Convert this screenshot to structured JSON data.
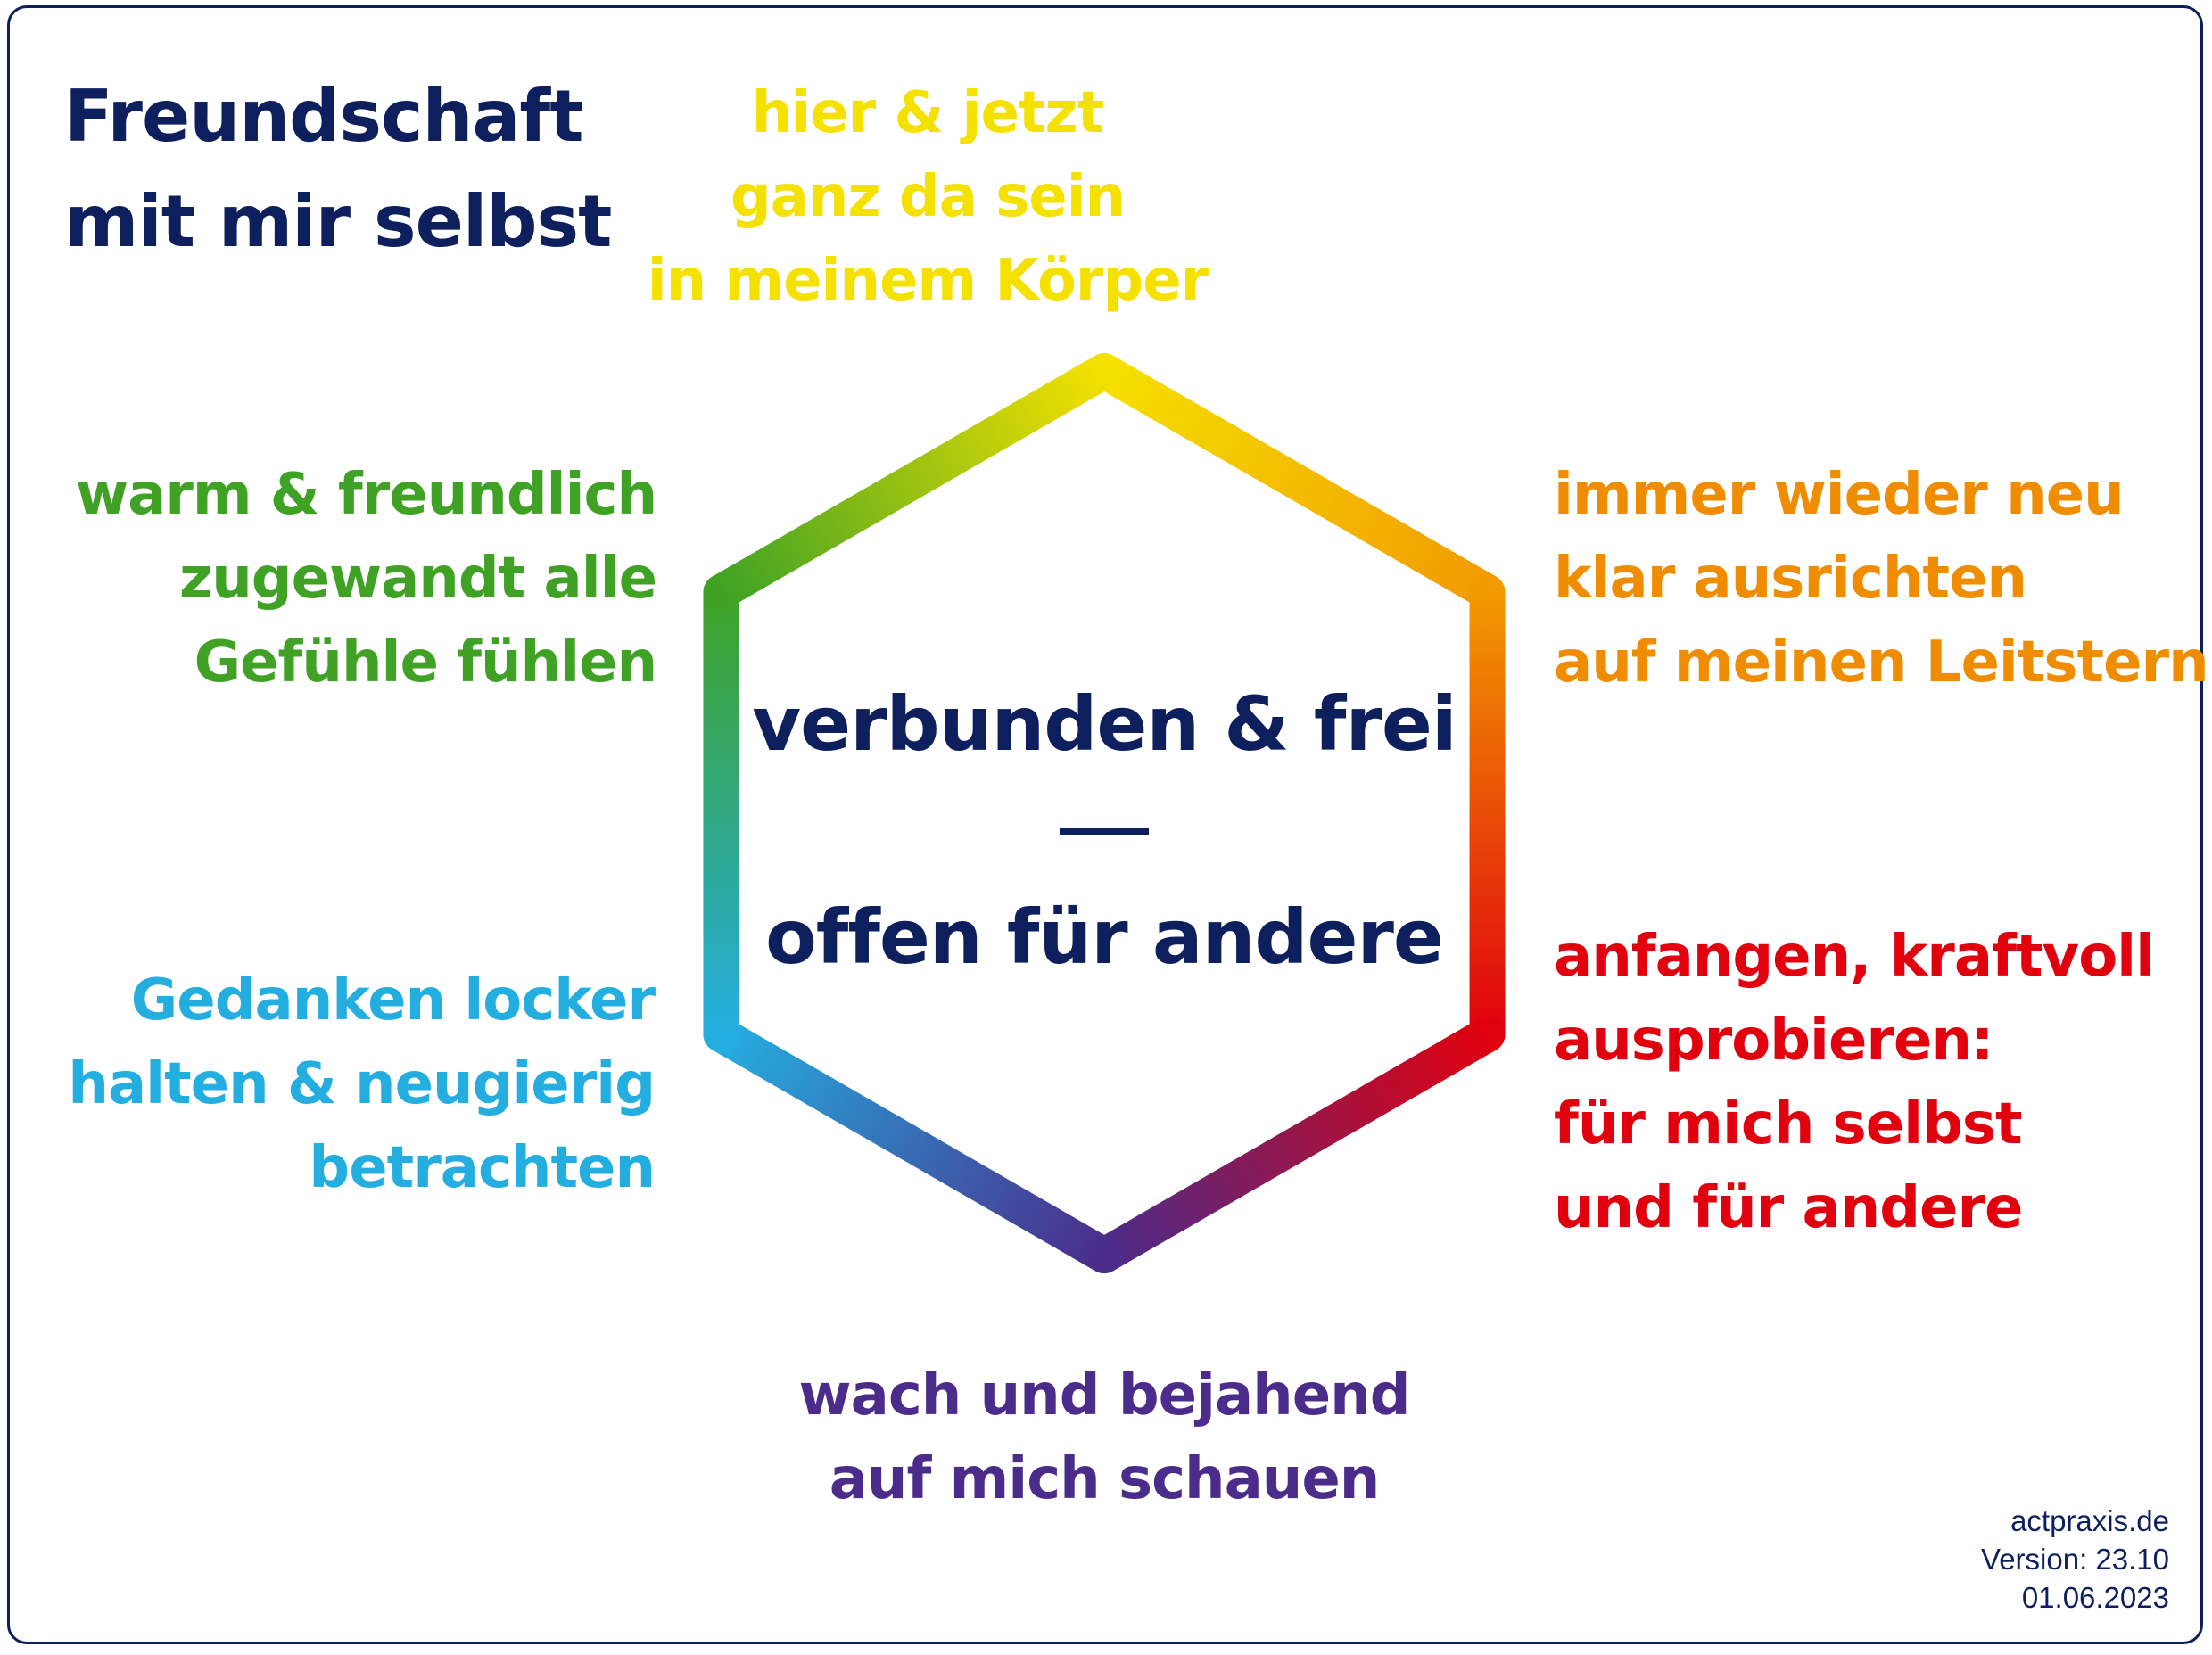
{
  "title": {
    "line1": "Freundschaft",
    "line2": "mit mir selbst"
  },
  "center": {
    "line1": "verbunden & frei",
    "separator": "—",
    "line2": "offen für andere"
  },
  "labels": {
    "top": {
      "color": "#f5e100",
      "lines": [
        "hier & jetzt",
        "ganz da sein",
        "in meinem Körper"
      ]
    },
    "upper_right": {
      "color": "#f08c00",
      "lines": [
        "immer wieder neu",
        "klar ausrichten",
        "auf meinen Leitstern"
      ]
    },
    "lower_right": {
      "color": "#e0000e",
      "lines": [
        "anfangen, kraftvoll",
        "ausprobieren:",
        "für mich selbst",
        "und für andere"
      ]
    },
    "bottom": {
      "color": "#4b2c8a",
      "lines": [
        "wach und bejahend",
        "auf mich schauen"
      ]
    },
    "lower_left": {
      "color": "#24aee0",
      "lines": [
        "Gedanken locker",
        "halten & neugierig",
        "betrachten"
      ]
    },
    "upper_left": {
      "color": "#3fa224",
      "lines": [
        "warm & freundlich",
        "zugewandt alle",
        "Gefühle fühlen"
      ]
    }
  },
  "hexagon_colors": {
    "top": "#f5e100",
    "upper_right": "#f29a00",
    "lower_right": "#e0000e",
    "bottom": "#4b2c8a",
    "lower_left": "#24aee0",
    "upper_left": "#3fa224"
  },
  "footer": {
    "site": "actpraxis.de",
    "version": "Version: 23.10",
    "date": "01.06.2023"
  }
}
